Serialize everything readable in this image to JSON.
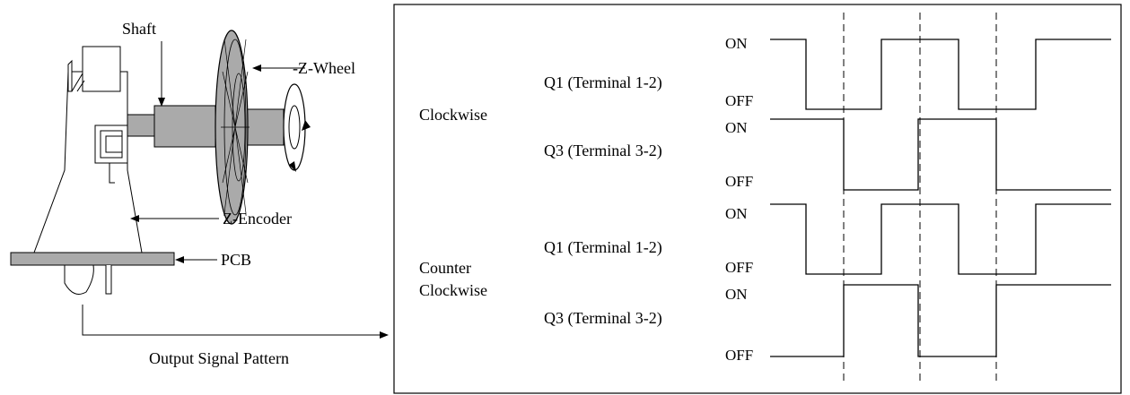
{
  "encoder": {
    "shaft_label": "Shaft",
    "zwheel_label": "-Z-Wheel",
    "zencoder_label": "Z-Encoder",
    "pcb_label": "PCB",
    "output_label": "Output Signal Pattern"
  },
  "timing": {
    "groups": [
      {
        "direction": [
          "Clockwise"
        ],
        "signals": [
          {
            "label": "Q1 (Terminal 1-2)",
            "on": "ON",
            "off": "OFF",
            "levels": [
              1,
              0,
              0,
              1,
              1,
              0,
              0,
              1
            ]
          },
          {
            "label": "Q3 (Terminal 3-2)",
            "on": "ON",
            "off": "OFF",
            "levels": [
              1,
              1,
              0,
              0,
              1,
              1,
              0,
              0
            ]
          }
        ]
      },
      {
        "direction": [
          "Counter",
          "Clockwise"
        ],
        "signals": [
          {
            "label": "Q1 (Terminal 1-2)",
            "on": "ON",
            "off": "OFF",
            "levels": [
              1,
              0,
              0,
              1,
              1,
              0,
              0,
              1
            ]
          },
          {
            "label": "Q3 (Terminal 3-2)",
            "on": "ON",
            "off": "OFF",
            "levels": [
              0,
              0,
              1,
              1,
              0,
              0,
              1,
              1
            ]
          }
        ]
      }
    ]
  }
}
